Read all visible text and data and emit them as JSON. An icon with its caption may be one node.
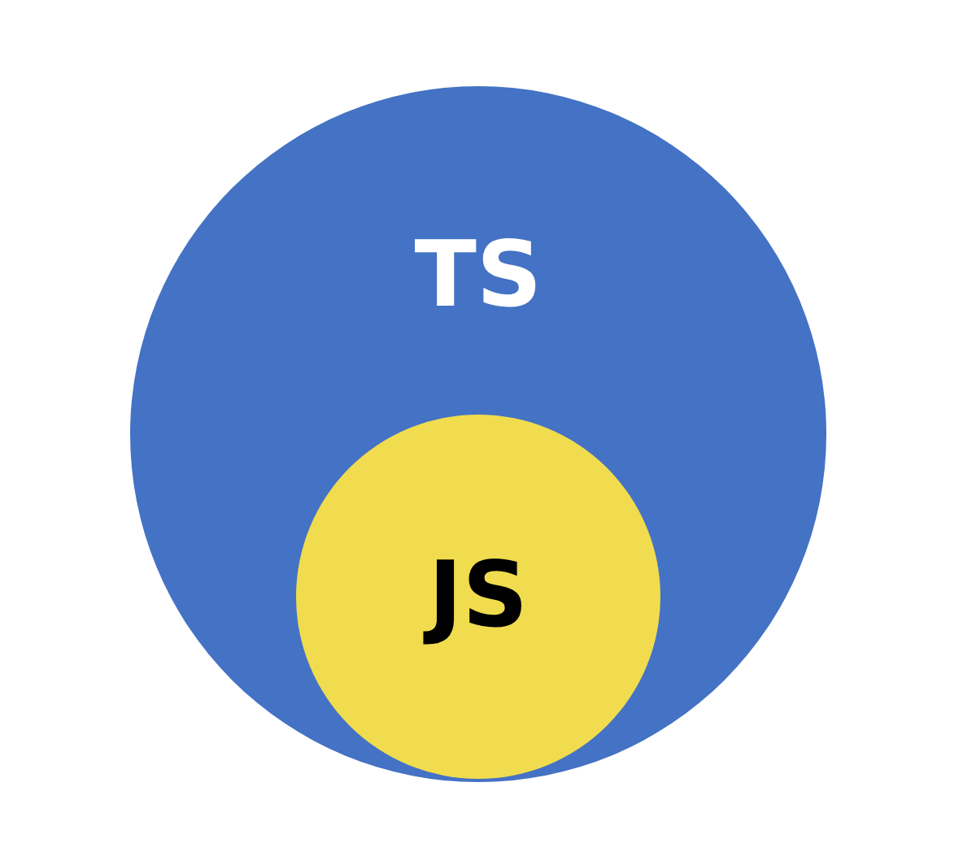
{
  "diagram": {
    "nodes": [
      {
        "text": [
          "TS"
        ]
      },
      {
        "text": [
          "JS"
        ],
        "in": 0
      }
    ]
  }
}
